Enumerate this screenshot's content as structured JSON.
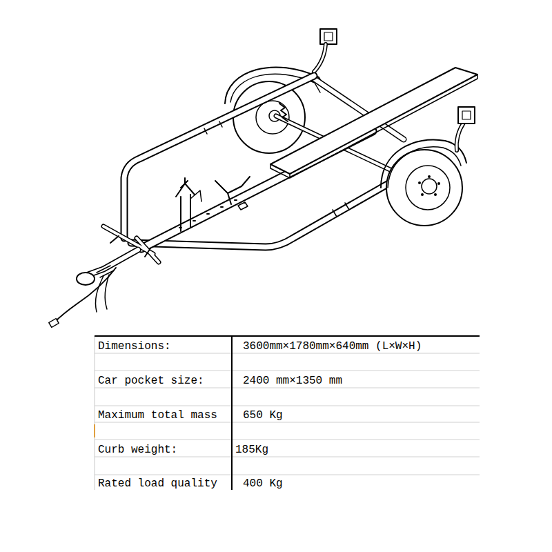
{
  "diagram": {
    "labels": [
      "Dimensions:",
      "3600mm×1780mm×640mm (L×W×H)",
      "Car pocket size:",
      "2400 mm×1350 mm",
      "Maximum total mass",
      "650 Kg",
      "Curb weight:",
      "185Kg",
      "Rated load quality",
      "400 Kg"
    ]
  }
}
